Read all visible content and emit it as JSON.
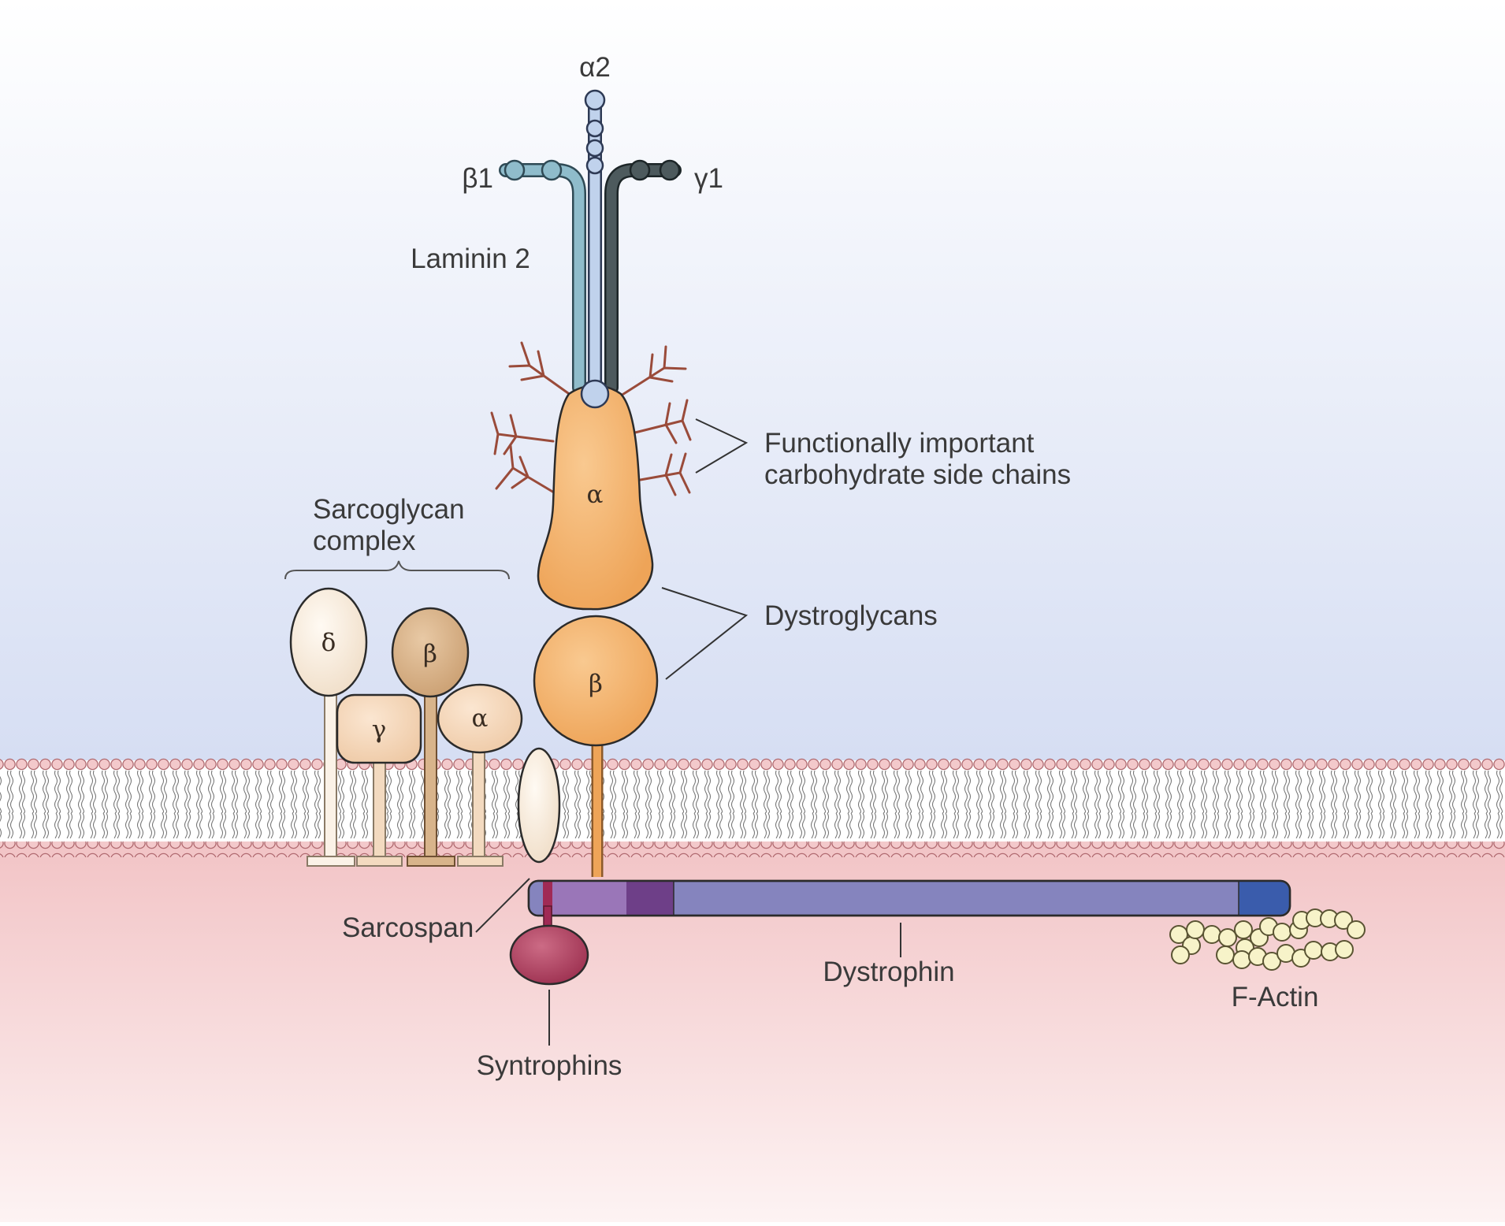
{
  "labels": {
    "laminin_alpha2": "α2",
    "laminin_beta1": "β1",
    "laminin_gamma1": "γ1",
    "laminin": "Laminin 2",
    "carbohydrate_line1": "Functionally important",
    "carbohydrate_line2": "carbohydrate side chains",
    "sarcoglycan_line1": "Sarcoglycan",
    "sarcoglycan_line2": "complex",
    "dystroglycans": "Dystroglycans",
    "sarcospan": "Sarcospan",
    "syntrophins": "Syntrophins",
    "dystrophin": "Dystrophin",
    "f_actin": "F-Actin"
  },
  "dystroglycan": {
    "alpha": "α",
    "beta": "β"
  },
  "sarcoglycans": {
    "delta": "δ",
    "gamma": "γ",
    "beta": "β",
    "alpha": "α"
  },
  "colors": {
    "extracellular_top": "#ffffff",
    "extracellular_bottom": "#d6def3",
    "cytoplasm_top": "#f2c4c6",
    "cytoplasm_bottom": "#fdf2f2",
    "lipid_head": "#f3c9cb",
    "dystroglycan": "#f4b06b",
    "dystrophin_body": "#8584be",
    "dystrophin_c_term": "#3a5cac",
    "syntrophin": "#a23a5a",
    "f_actin": "#f7f3c9",
    "laminin_alpha": "#c0d2ec",
    "laminin_beta": "#8fbccb",
    "laminin_gamma": "#4d5a5d",
    "carbohydrate": "#9a4b3a"
  }
}
